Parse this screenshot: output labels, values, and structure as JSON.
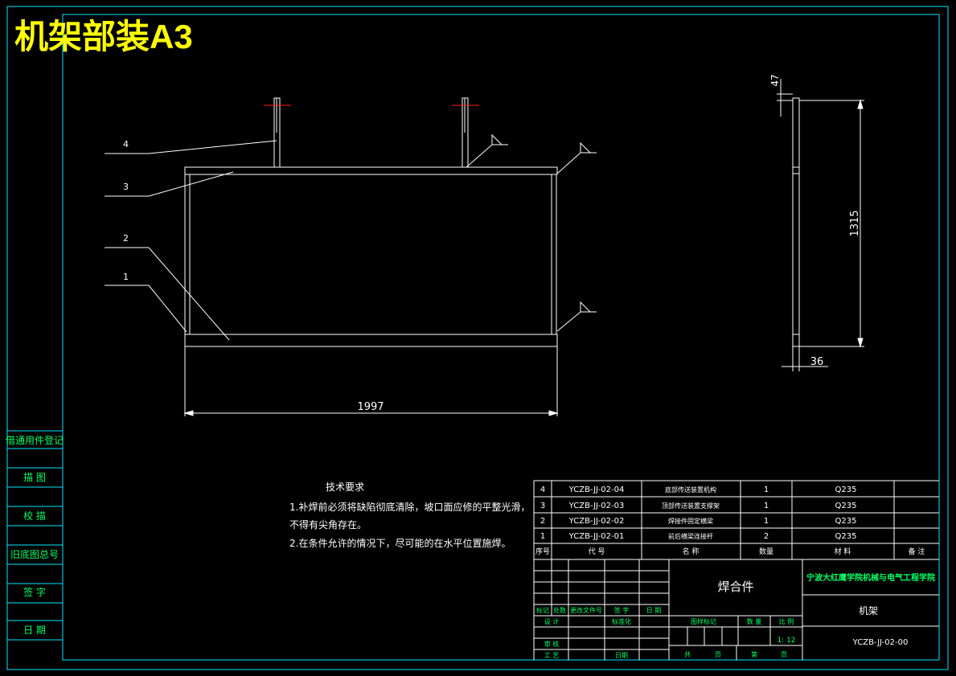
{
  "sheet_title": "机架部装A3",
  "colors": {
    "frame": "#00e5ff",
    "lines": "#ffffff",
    "title": "#ffff00",
    "labels": "#00ff66",
    "center": "#ff2020"
  },
  "left_strip": [
    "借通用件登记",
    "描 图",
    "校 描",
    "旧底图总号",
    "签 字",
    "日 期"
  ],
  "callouts": [
    "4",
    "3",
    "2",
    "1"
  ],
  "dimensions": {
    "width": "1997",
    "height": "1315",
    "top_offset": "47",
    "depth": "36"
  },
  "tech_req": {
    "title": "技术要求",
    "lines": [
      "1.补焊前必须将缺陷彻底清除，坡口面应修的平整光滑，",
      "不得有尖角存在。",
      "2.在条件允许的情况下，尽可能的在水平位置施焊。"
    ]
  },
  "bom": {
    "rows": [
      [
        "4",
        "YCZB-JJ-02-04",
        "底部传送装置机构",
        "1",
        "Q235"
      ],
      [
        "3",
        "YCZB-JJ-02-03",
        "顶部传送装置支撑架",
        "1",
        "Q235"
      ],
      [
        "2",
        "YCZB-JJ-02-02",
        "焊接件固定横梁",
        "1",
        "Q235"
      ],
      [
        "1",
        "YCZB-JJ-02-01",
        "前后横梁连接杆",
        "2",
        "Q235"
      ]
    ],
    "header": [
      "序号",
      "代 号",
      "名 称",
      "数量",
      "材 料",
      "备 注"
    ]
  },
  "title_block": {
    "rev_headers": [
      "标记",
      "处数",
      "更改文件号",
      "签 字",
      "日 期"
    ],
    "design": "设 计",
    "standard": "标准化",
    "review": "审 核",
    "process": "工 艺",
    "date": "日期",
    "part_type": "焊合件",
    "school": "宁波大红鹰学院机械与电气工程学院",
    "part_name": "机架",
    "drawing_no": "YCZB-JJ-02-00",
    "stage_mark": "图样标记",
    "weight": "数 量",
    "scale_label": "比 例",
    "scale": "1: 12",
    "sheets_total": "共",
    "sheets_word": "页",
    "sheet_no": "第"
  }
}
